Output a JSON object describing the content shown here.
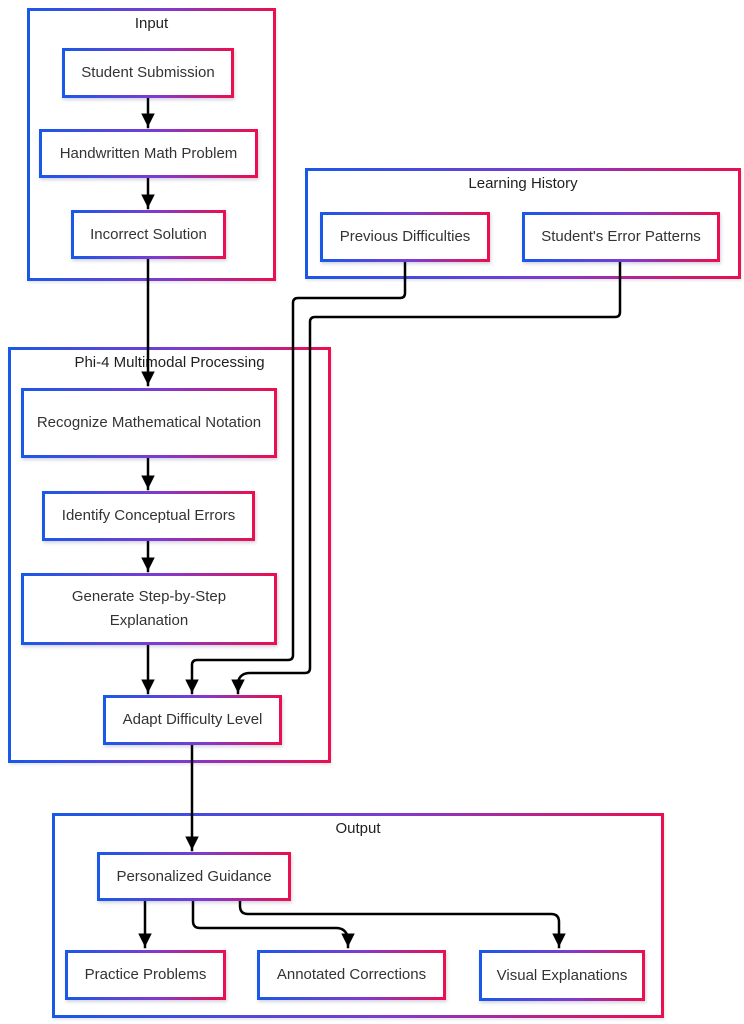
{
  "flowchart": {
    "groups": {
      "input": {
        "label": "Input"
      },
      "learning_history": {
        "label": "Learning History"
      },
      "phi4": {
        "label": "Phi-4 Multimodal Processing"
      },
      "output": {
        "label": "Output"
      }
    },
    "nodes": {
      "student_submission": {
        "label": "Student Submission",
        "group": "input"
      },
      "handwritten_math": {
        "label": "Handwritten Math Problem",
        "group": "input"
      },
      "incorrect_solution": {
        "label": "Incorrect Solution",
        "group": "input"
      },
      "previous_difficulties": {
        "label": "Previous Difficulties",
        "group": "learning_history"
      },
      "error_patterns": {
        "label": "Student's Error Patterns",
        "group": "learning_history"
      },
      "recognize_notation": {
        "label": "Recognize Mathematical Notation",
        "group": "phi4"
      },
      "identify_errors": {
        "label": "Identify Conceptual Errors",
        "group": "phi4"
      },
      "generate_explanation": {
        "label": "Generate Step-by-Step Explanation",
        "group": "phi4"
      },
      "adapt_difficulty": {
        "label": "Adapt Difficulty Level",
        "group": "phi4"
      },
      "personalized_guidance": {
        "label": "Personalized Guidance",
        "group": "output"
      },
      "practice_problems": {
        "label": "Practice Problems",
        "group": "output"
      },
      "annotated_corrections": {
        "label": "Annotated Corrections",
        "group": "output"
      },
      "visual_explanations": {
        "label": "Visual Explanations",
        "group": "output"
      }
    },
    "edges": [
      {
        "from": "student_submission",
        "to": "handwritten_math"
      },
      {
        "from": "handwritten_math",
        "to": "incorrect_solution"
      },
      {
        "from": "incorrect_solution",
        "to": "recognize_notation"
      },
      {
        "from": "recognize_notation",
        "to": "identify_errors"
      },
      {
        "from": "identify_errors",
        "to": "generate_explanation"
      },
      {
        "from": "generate_explanation",
        "to": "adapt_difficulty"
      },
      {
        "from": "previous_difficulties",
        "to": "adapt_difficulty"
      },
      {
        "from": "error_patterns",
        "to": "adapt_difficulty"
      },
      {
        "from": "adapt_difficulty",
        "to": "personalized_guidance"
      },
      {
        "from": "personalized_guidance",
        "to": "practice_problems"
      },
      {
        "from": "personalized_guidance",
        "to": "annotated_corrections"
      },
      {
        "from": "personalized_guidance",
        "to": "visual_explanations"
      }
    ],
    "colors": {
      "border_gradient_start": "#1a58e8",
      "border_gradient_mid": "#7e3bd0",
      "border_gradient_end": "#ea0f4f",
      "arrow": "#000000",
      "node_background": "#ffffff",
      "text": "#333333"
    }
  }
}
